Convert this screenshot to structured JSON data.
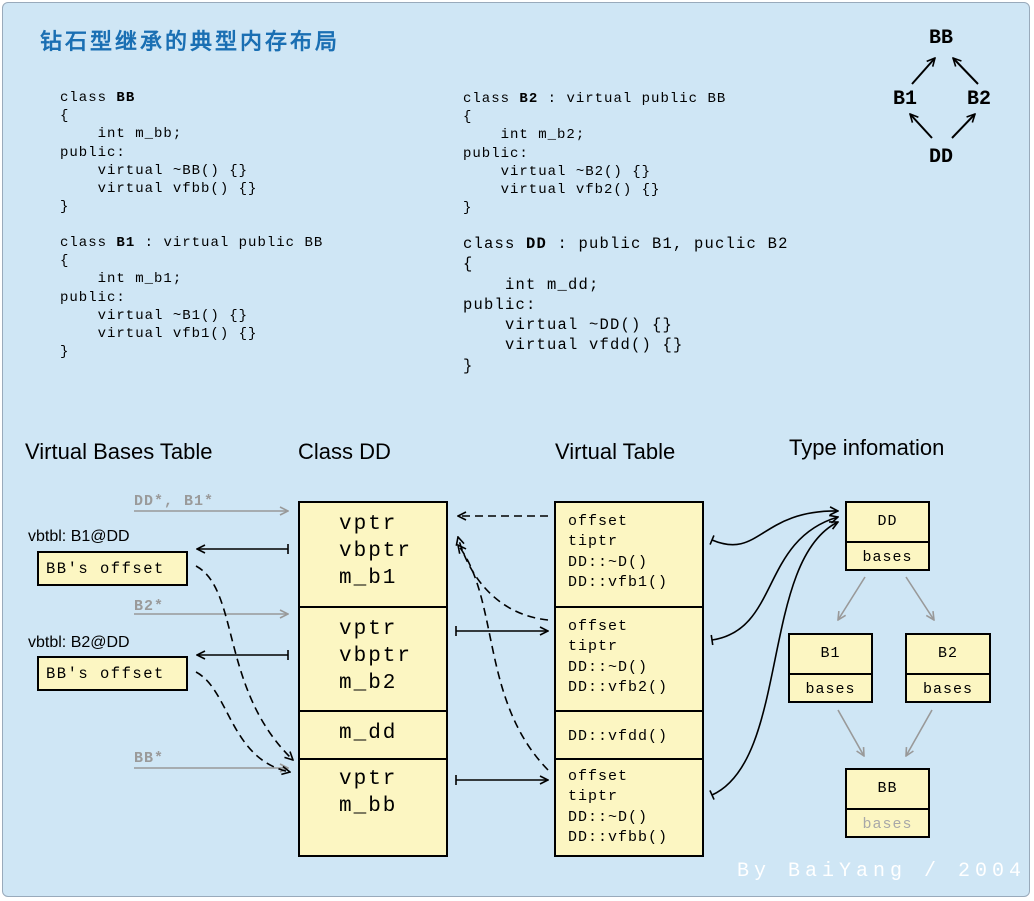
{
  "title": "钻石型继承的典型内存布局",
  "diamond": {
    "top": "BB",
    "left": "B1",
    "right": "B2",
    "bottom": "DD"
  },
  "code": {
    "bb": {
      "kw": "class ",
      "name": "BB",
      "rest": "",
      "body": "{\n    int m_bb;\npublic:\n    virtual ~BB() {}\n    virtual vfbb() {}\n}"
    },
    "b1": {
      "kw": "class ",
      "name": "B1",
      "rest": " : virtual public BB",
      "body": "{\n    int m_b1;\npublic:\n    virtual ~B1() {}\n    virtual vfb1() {}\n}"
    },
    "b2": {
      "kw": "class ",
      "name": "B2",
      "rest": " : virtual public BB",
      "body": "{\n    int m_b2;\npublic:\n    virtual ~B2() {}\n    virtual vfb2() {}\n}"
    },
    "dd": {
      "kw": "class ",
      "name": "DD",
      "rest": " : public B1, puclic B2",
      "body": "{\n    int m_dd;\npublic:\n    virtual ~DD() {}\n    virtual vfdd() {}\n}"
    }
  },
  "headers": {
    "vbt": "Virtual Bases Table",
    "classdd": "Class DD",
    "vtable": "Virtual Table",
    "typeinfo": "Type infomation"
  },
  "vbt": {
    "label1": "vbtbl: B1@DD",
    "box1": "BB's offset",
    "label2": "vbtbl: B2@DD",
    "box2": "BB's offset"
  },
  "pointers": {
    "p1": "DD*, B1*",
    "p2": "B2*",
    "p3": "BB*"
  },
  "classdd": {
    "seg1": "vptr\nvbptr\nm_b1",
    "seg2": "vptr\nvbptr\nm_b2",
    "seg3": "m_dd",
    "seg4": "vptr\nm_bb"
  },
  "vtable": {
    "seg1": "offset\ntiptr\nDD::~D()\nDD::vfb1()",
    "seg2": "offset\ntiptr\nDD::~D()\nDD::vfb2()",
    "seg3": "DD::vfdd()",
    "seg4": "offset\ntiptr\nDD::~D()\nDD::vfbb()"
  },
  "typeinfo": {
    "dd": {
      "name": "DD",
      "bases": "bases"
    },
    "b1": {
      "name": "B1",
      "bases": "bases"
    },
    "b2": {
      "name": "B2",
      "bases": "bases"
    },
    "bb": {
      "name": "BB",
      "bases": "bases"
    }
  },
  "signature": "By BaiYang / 2004"
}
